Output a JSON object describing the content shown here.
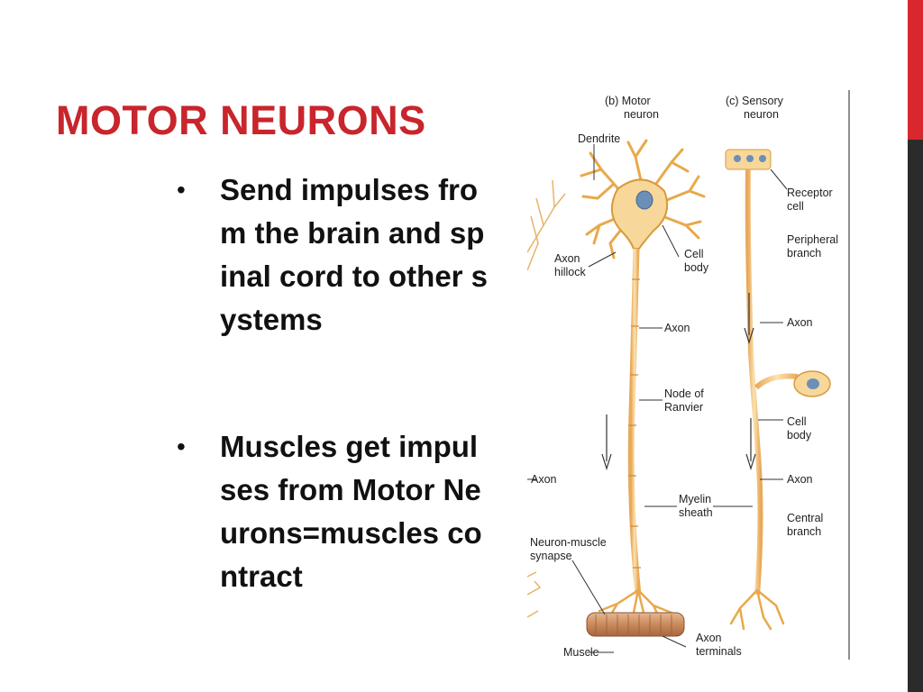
{
  "slide": {
    "title": "MOTOR NEURONS",
    "bullets": [
      {
        "marker": "•",
        "text": "Send impulses from the brain and spinal cord to other systems"
      },
      {
        "marker": "•",
        "text": "Muscles get impulses from Motor Neurons=muscles contract"
      }
    ]
  },
  "figure": {
    "motor": {
      "heading_line1": "(b) Motor",
      "heading_line2": "neuron",
      "labels": {
        "dendrite": "Dendrite",
        "axon_hillock_1": "Axon",
        "axon_hillock_2": "hillock",
        "cell_body_1": "Cell",
        "cell_body_2": "body",
        "axon": "Axon",
        "node_1": "Node of",
        "node_2": "Ranvier",
        "left_axon": "Axon",
        "myelin_1": "Myelin",
        "myelin_2": "sheath",
        "synapse_1": "Neuron-muscle",
        "synapse_2": "synapse",
        "muscle": "Muscle",
        "terminals_1": "Axon",
        "terminals_2": "terminals"
      }
    },
    "sensory": {
      "heading_line1": "(c) Sensory",
      "heading_line2": "neuron",
      "labels": {
        "receptor_1": "Receptor",
        "receptor_2": "cell",
        "peripheral_1": "Peripheral",
        "peripheral_2": "branch",
        "axon_upper": "Axon",
        "cell_body_1": "Cell",
        "cell_body_2": "body",
        "axon_lower": "Axon",
        "central_1": "Central",
        "central_2": "branch"
      }
    }
  },
  "colors": {
    "title": "#c8252c",
    "accent_red": "#d9272e",
    "accent_dark": "#2b2b2b",
    "neuron_fill": "#f7d79a",
    "neuron_stroke": "#d79a3c",
    "nucleus": "#6c8fb8",
    "muscle": "#d3a07a"
  }
}
